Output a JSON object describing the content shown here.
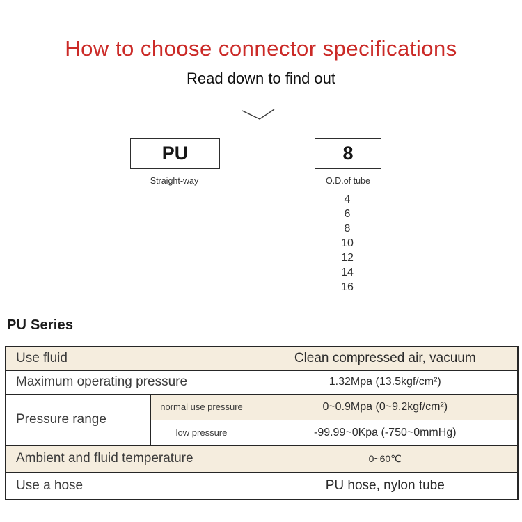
{
  "page": {
    "title": "How to choose connector specifications",
    "subtitle": "Read down to find out",
    "title_color": "#cb2a27"
  },
  "selector": {
    "model_box": "PU",
    "model_label": "Straight-way",
    "size_box": "8",
    "size_label": "O.D.of tube",
    "size_options": [
      "4",
      "6",
      "8",
      "10",
      "12",
      "14",
      "16"
    ]
  },
  "series": {
    "heading": "PU Series"
  },
  "spec_table": {
    "rows": [
      {
        "label": "Use fluid",
        "value": "Clean compressed air, vacuum"
      },
      {
        "label": "Maximum operating pressure",
        "value": "1.32Mpa (13.5kgf/cm²)"
      },
      {
        "label": "Pressure range",
        "sublabel": "normal use pressure",
        "value": "0~0.9Mpa (0~9.2kgf/cm²)"
      },
      {
        "sublabel": "low pressure",
        "value": "-99.99~0Kpa (-750~0mmHg)"
      },
      {
        "label": "Ambient and fluid temperature",
        "value": "0~60℃"
      },
      {
        "label": "Use a hose",
        "value": "PU hose, nylon tube"
      }
    ],
    "colors": {
      "row_highlight": "#f5edde",
      "border": "#262626"
    }
  }
}
